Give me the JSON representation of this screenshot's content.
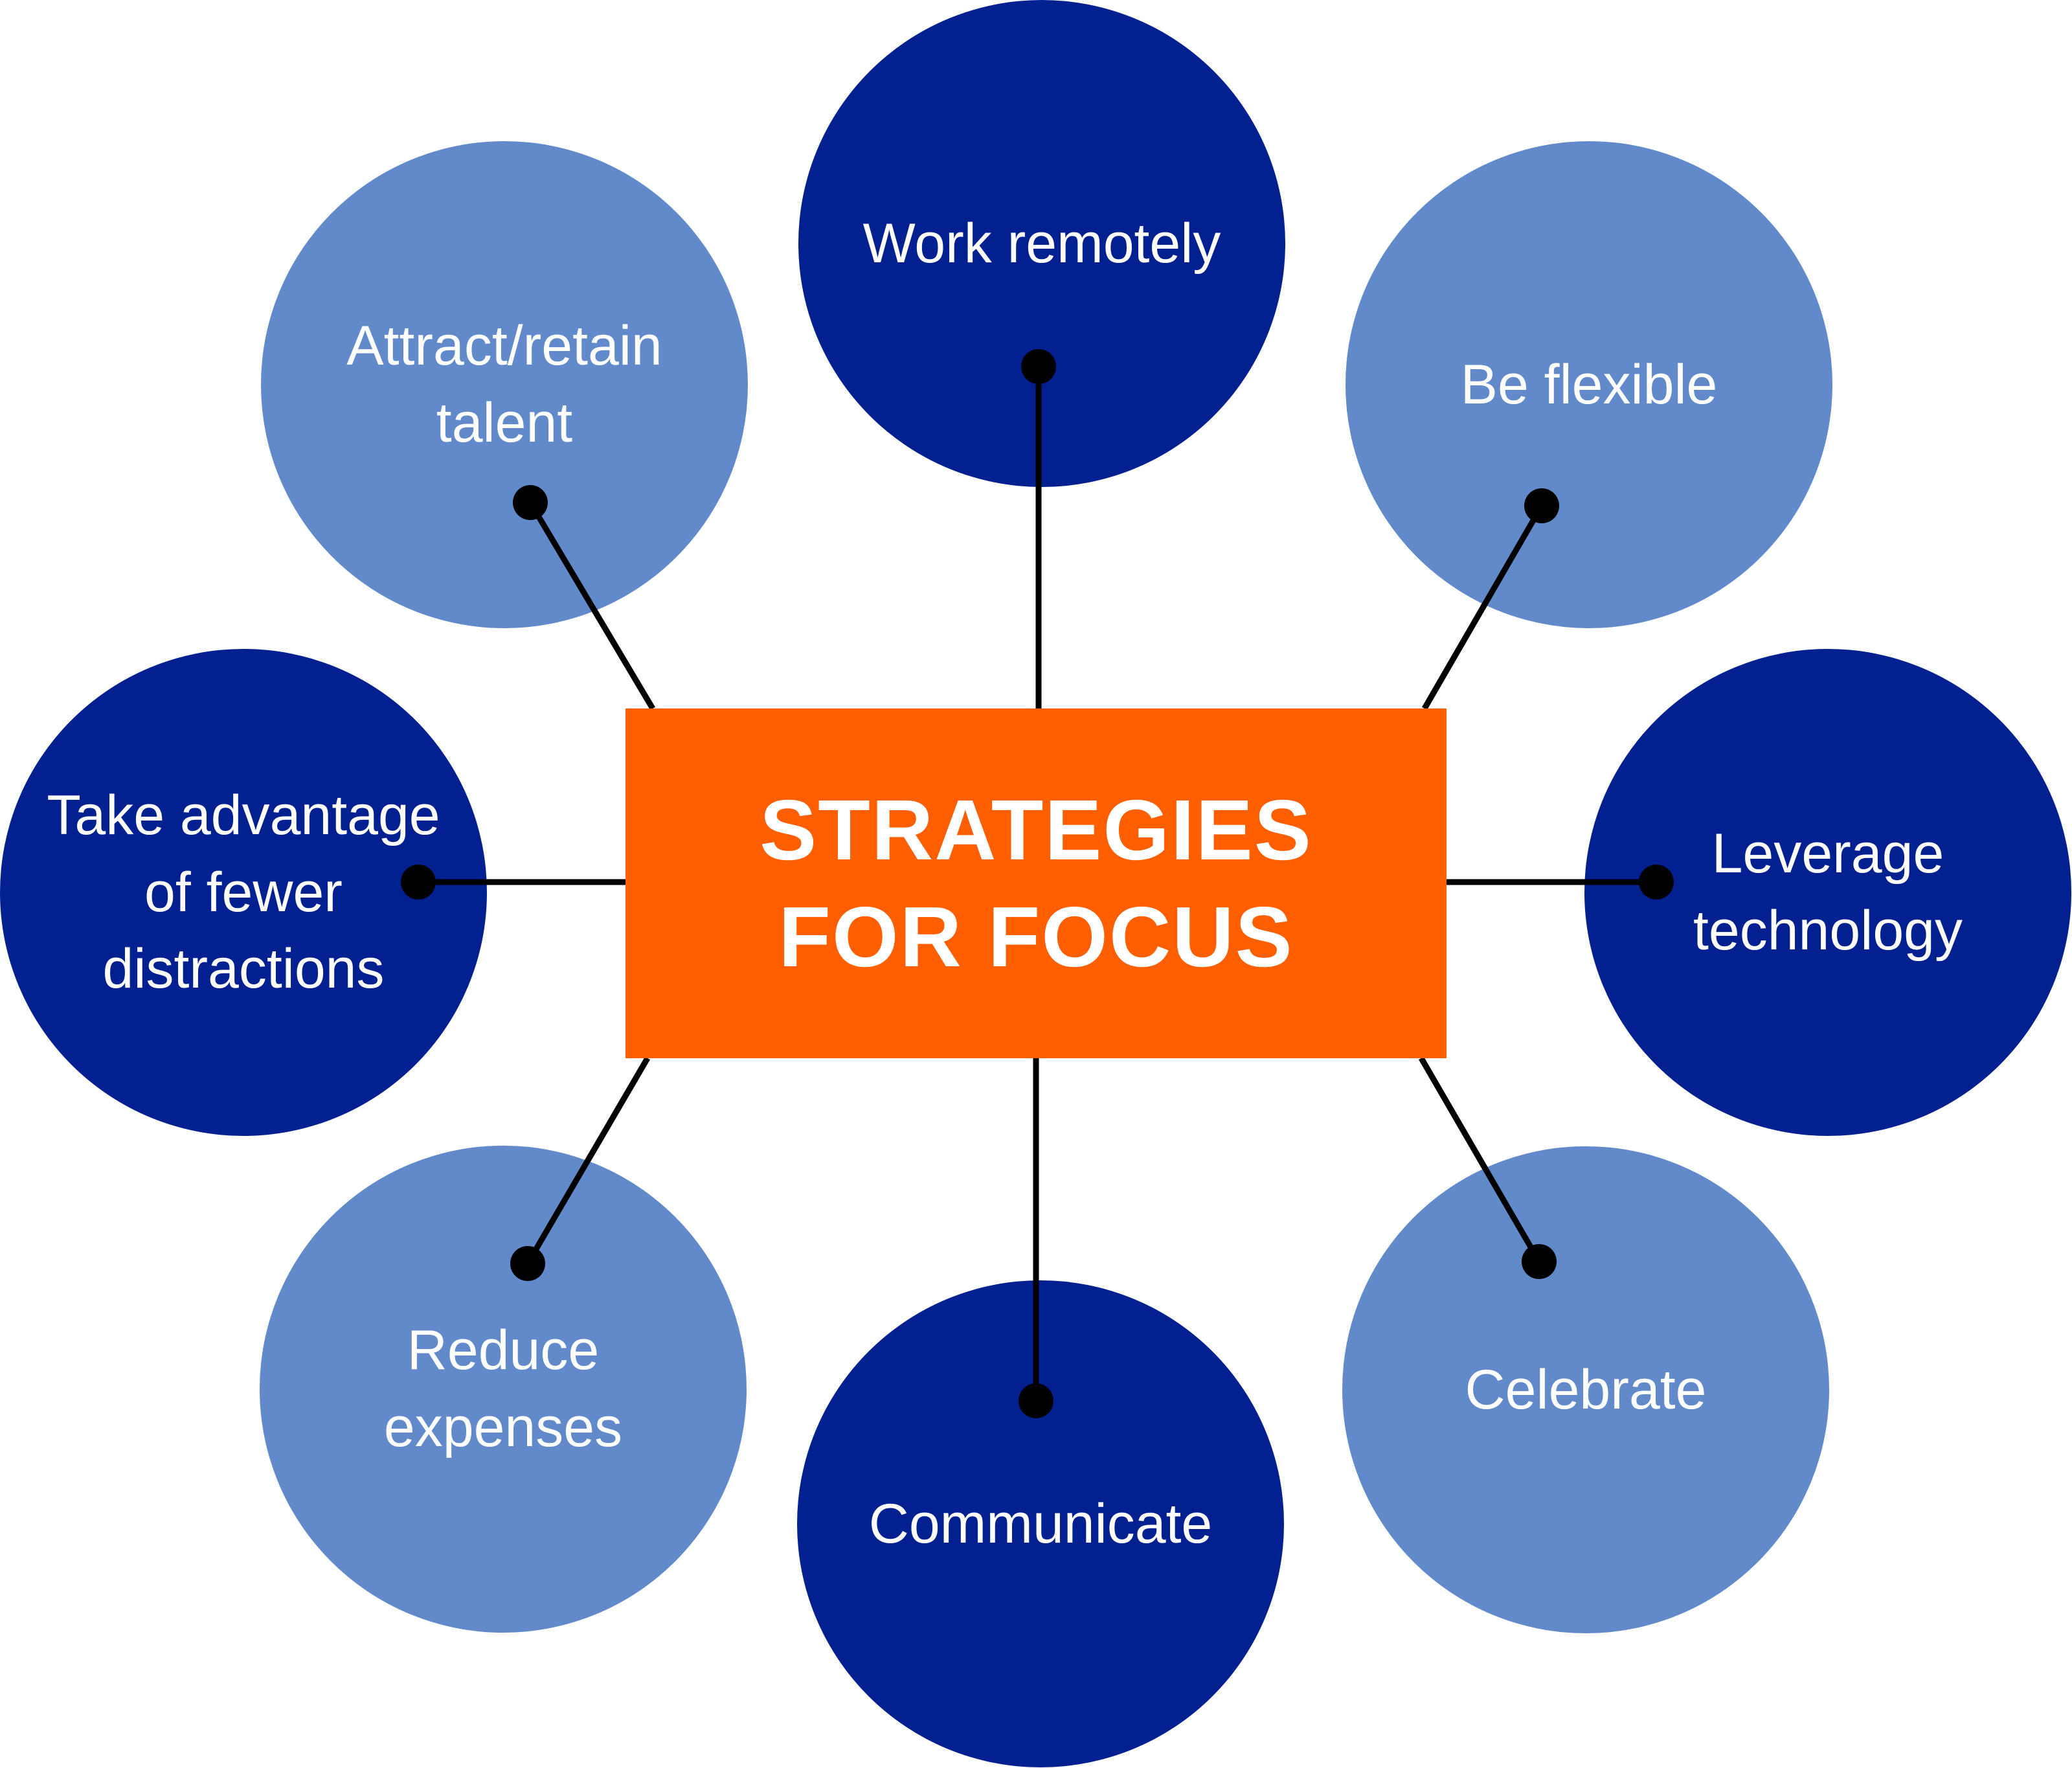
{
  "colors": {
    "dark_blue": "#02208F",
    "light_blue": "#6289CA",
    "orange": "#FF5F00",
    "connector": "#000000",
    "text": "#FFFFFF"
  },
  "center": {
    "title": "STRATEGIES\nFOR FOCUS"
  },
  "nodes": [
    {
      "id": "work-remotely",
      "label": "Work remotely",
      "tone": "dark"
    },
    {
      "id": "be-flexible",
      "label": "Be flexible",
      "tone": "light"
    },
    {
      "id": "leverage-technology",
      "label": "Leverage\ntechnology",
      "tone": "dark"
    },
    {
      "id": "celebrate",
      "label": "Celebrate",
      "tone": "light"
    },
    {
      "id": "communicate",
      "label": "Communicate",
      "tone": "dark"
    },
    {
      "id": "reduce-expenses",
      "label": "Reduce\nexpenses",
      "tone": "light"
    },
    {
      "id": "fewer-distractions",
      "label": "Take advantage\nof fewer\ndistractions",
      "tone": "dark"
    },
    {
      "id": "attract-retain",
      "label": "Attract/retain\ntalent",
      "tone": "light"
    }
  ]
}
